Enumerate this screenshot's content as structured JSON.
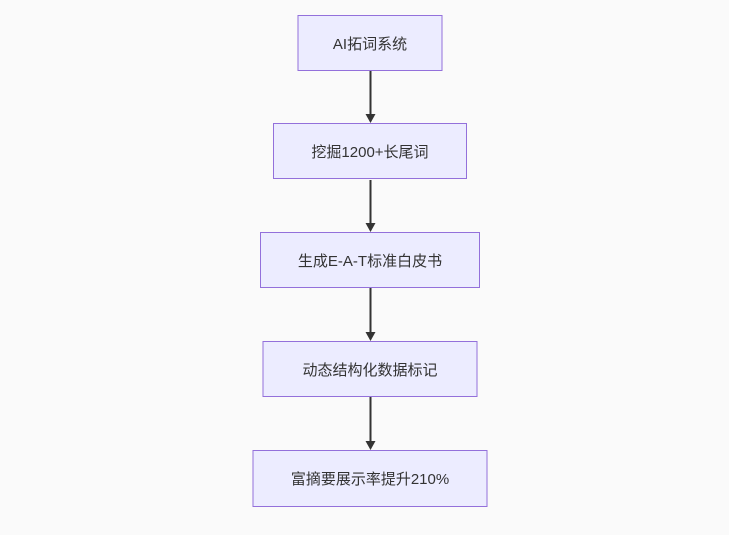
{
  "flowchart": {
    "type": "flowchart",
    "direction": "top-down",
    "nodes": [
      {
        "id": "1",
        "label": "AI拓词系统"
      },
      {
        "id": "2",
        "label": "挖掘1200+长尾词"
      },
      {
        "id": "3",
        "label": "生成E-A-T标准白皮书"
      },
      {
        "id": "4",
        "label": "动态结构化数据标记"
      },
      {
        "id": "5",
        "label": "富摘要展示率提升210%"
      }
    ],
    "edges": [
      {
        "from": "1",
        "to": "2"
      },
      {
        "from": "2",
        "to": "3"
      },
      {
        "from": "3",
        "to": "4"
      },
      {
        "from": "4",
        "to": "5"
      }
    ],
    "colors": {
      "background": "#fafafa",
      "node_fill": "#ececff",
      "node_border": "#9370db",
      "edge": "#333333",
      "text": "#333333"
    }
  }
}
